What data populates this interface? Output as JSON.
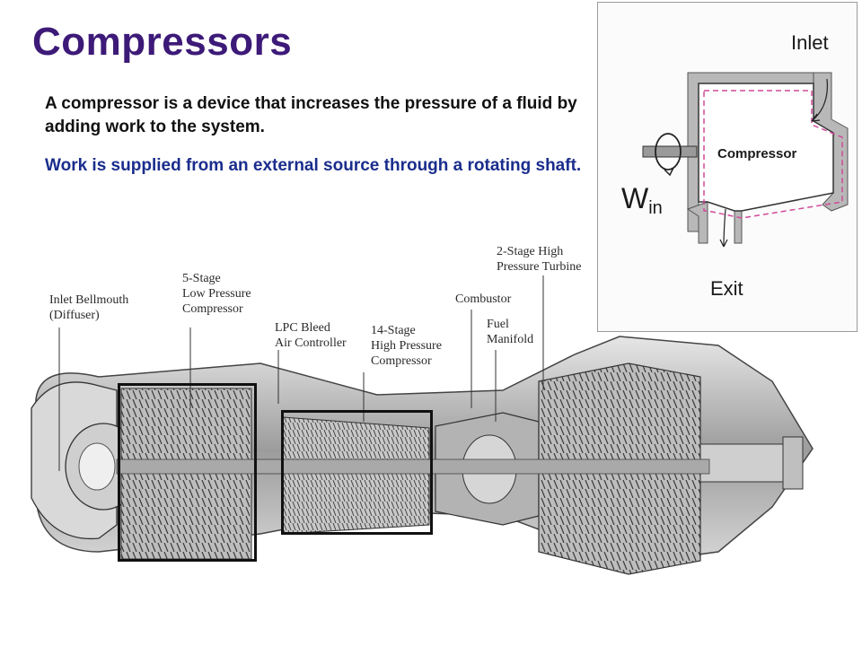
{
  "slide": {
    "title": "Compressors",
    "paragraphs": [
      "A compressor is a device that increases the pressure of a fluid by adding work to the system.",
      "Work is supplied from an external source through a rotating shaft."
    ],
    "colors": {
      "title": "#3d1a78",
      "paragraph_1": "#111111",
      "paragraph_2": "#1a2d8c"
    }
  },
  "diagram": {
    "inlet_label": "Inlet",
    "exit_label": "Exit",
    "device_label": "Compressor",
    "work_symbol": "W",
    "work_subscript": "in"
  },
  "engine": {
    "callouts": [
      "Inlet Bellmouth\n(Diffuser)",
      "5-Stage\nLow Pressure\nCompressor",
      "LPC Bleed\nAir Controller",
      "14-Stage\nHigh Pressure\nCompressor",
      "Combustor",
      "Fuel\nManifold",
      "2-Stage High\nPressure Turbine"
    ]
  }
}
